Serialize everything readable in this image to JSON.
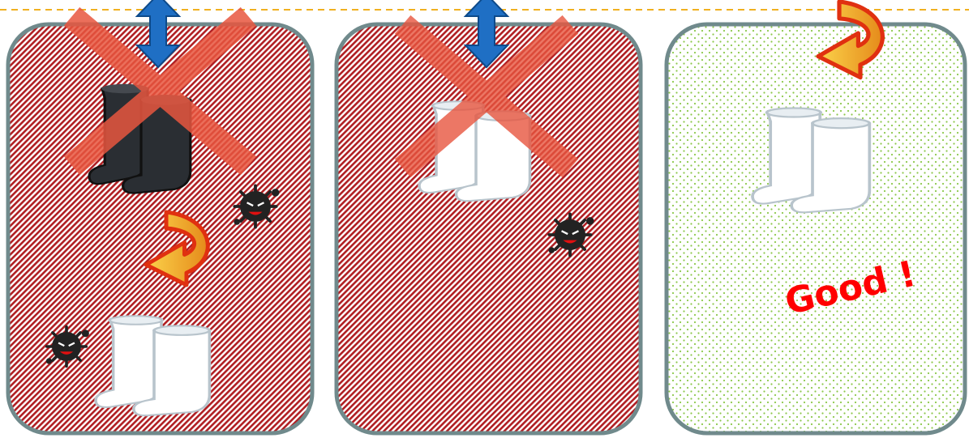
{
  "colors": {
    "bad_panel_stripe": "#b01e22",
    "good_panel_dots": "#8cc84b",
    "panel_border": "#708a8c",
    "cross": "#e8563f",
    "cross_outline": "#c8361a",
    "double_arrow": "#1f6fc4",
    "curved_arrow_fill": "#f5a623",
    "curved_arrow_outline": "#e03010",
    "good_text": "#ff0000",
    "divider": "#f0b020"
  },
  "icons": [
    "double-arrow-icon",
    "cross-mark-icon",
    "black-boots-icon",
    "white-boots-icon",
    "germ-icon",
    "curved-arrow-icon"
  ],
  "panels": [
    {
      "id": "wrong-order-panel",
      "status": "bad"
    },
    {
      "id": "same-area-panel",
      "status": "bad"
    },
    {
      "id": "correct-panel",
      "status": "good"
    }
  ],
  "good_label": "Good !"
}
